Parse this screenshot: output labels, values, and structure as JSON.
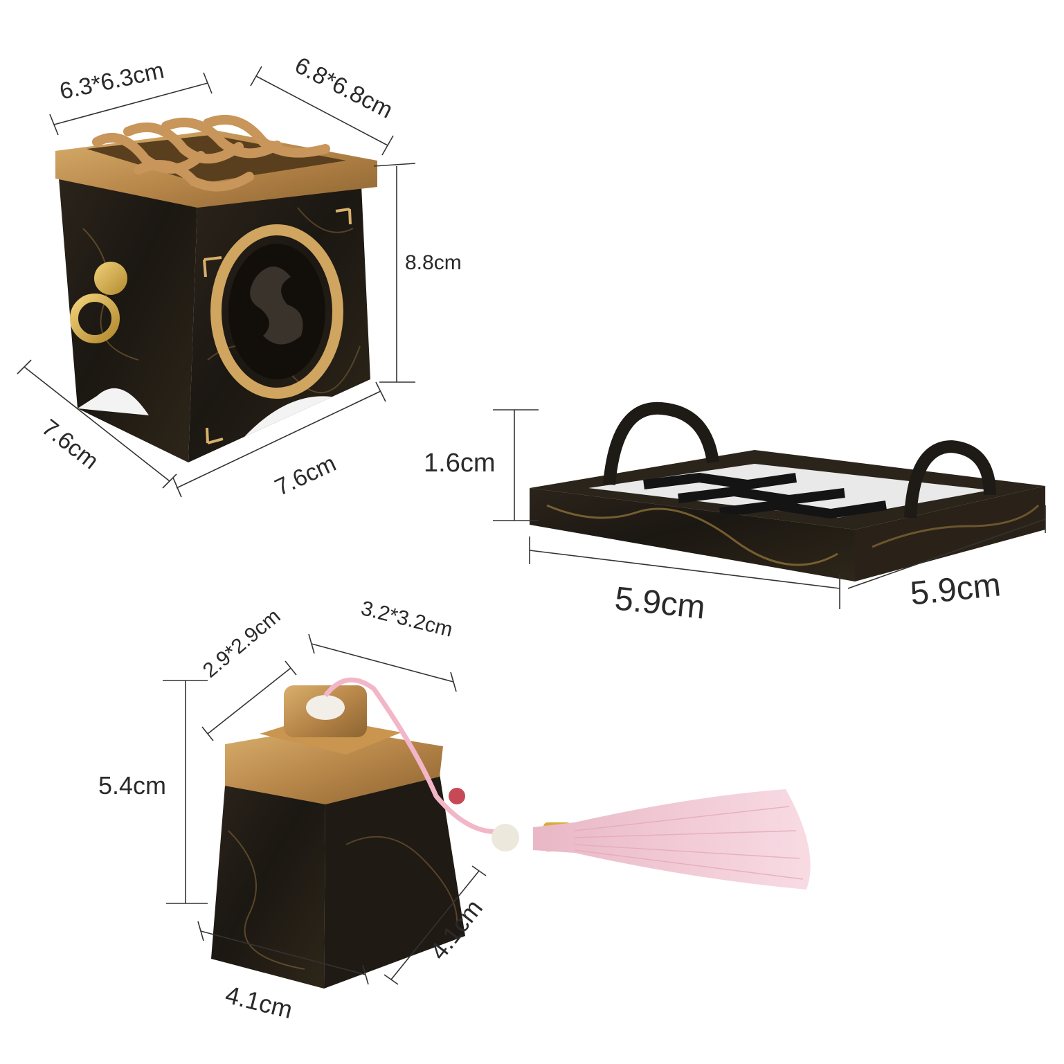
{
  "colors": {
    "background": "#ffffff",
    "dark_body": "#211c16",
    "gold_trim": "#b8874a",
    "gold_light": "#d9b06d",
    "tassel_pink": "#f3c8d5",
    "dimension_line": "#333333",
    "label_text": "#2a2a2a"
  },
  "burner": {
    "top_inner": "6.3*6.3cm",
    "top_outer": "6.8*6.8cm",
    "height": "8.8cm",
    "base_left": "7.6cm",
    "base_right": "7.6cm"
  },
  "tray": {
    "height": "1.6cm",
    "length": "5.9cm",
    "width": "5.9cm"
  },
  "lid": {
    "top_inner": "2.9*2.9cm",
    "top_outer": "3.2*3.2cm",
    "height": "5.4cm",
    "base_left": "4.1cm",
    "base_right": "4.1cm"
  }
}
